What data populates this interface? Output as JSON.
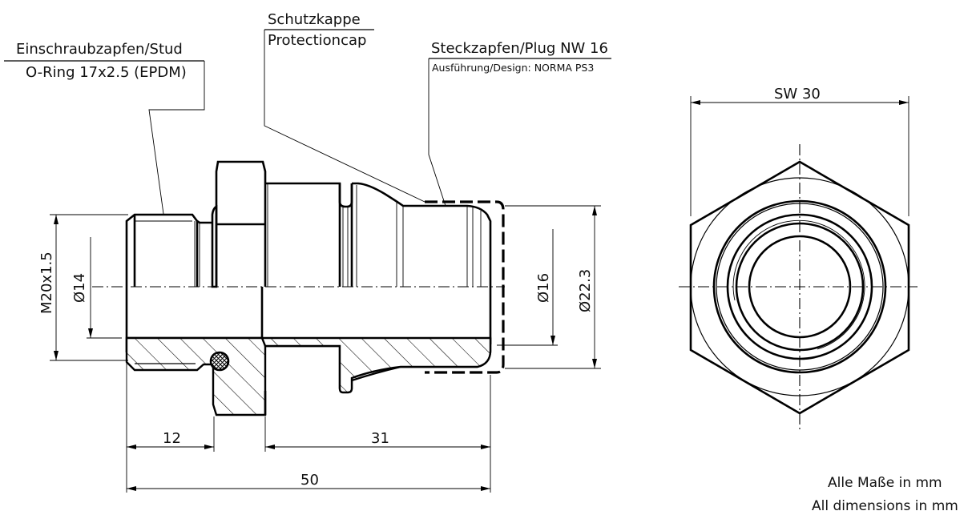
{
  "drawing": {
    "title_labels": {
      "stud": {
        "line1": "Einschraubzapfen/Stud",
        "line2": "O-Ring 17x2.5 (EPDM)"
      },
      "cap": {
        "line1": "Schutzkappe",
        "line2": "Protectioncap"
      },
      "plug": {
        "line1": "Steckzapfen/Plug NW 16",
        "line2": "Ausführung/Design: NORMA PS3"
      }
    },
    "dimensions": {
      "thread": "M20x1.5",
      "bore": "Ø14",
      "plug_inner": "Ø16",
      "plug_outer": "Ø22.3",
      "stud_length": "12",
      "plug_length": "31",
      "overall_length": "50",
      "wrench_size": "SW 30"
    },
    "note": {
      "line1": "Alle Maße in mm",
      "line2": "All dimensions in mm"
    },
    "views": [
      "side-section-view",
      "end-view"
    ]
  }
}
